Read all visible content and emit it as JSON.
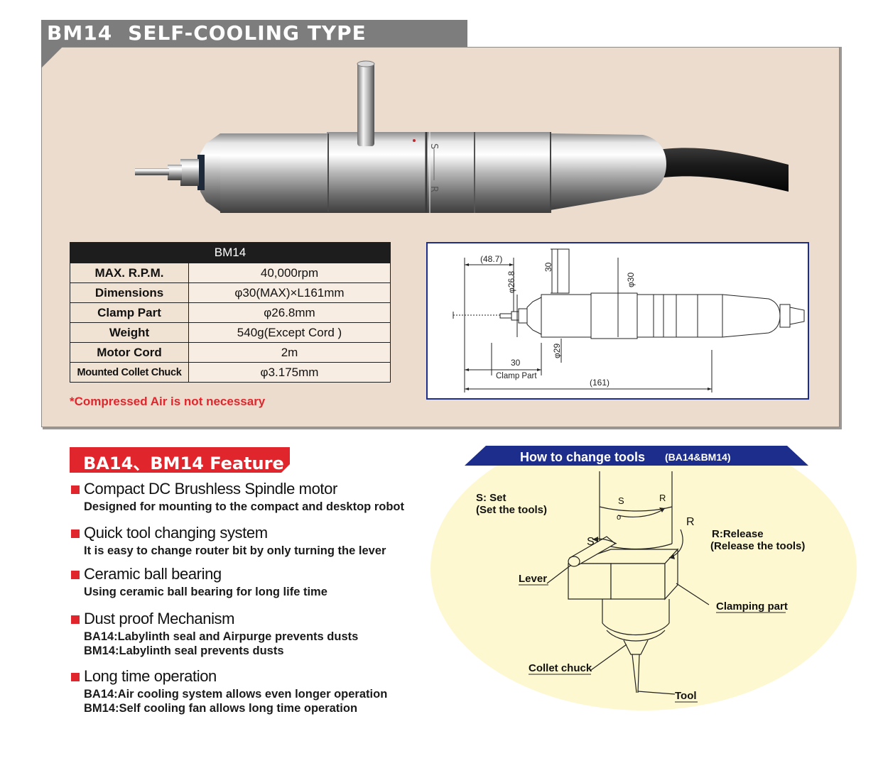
{
  "header": {
    "model": "BM14",
    "title": "SELF-COOLING TYPE"
  },
  "specs": {
    "heading": "BM14",
    "rows": [
      {
        "label": "MAX. R.P.M.",
        "value": "40,000rpm"
      },
      {
        "label": "Dimensions",
        "value": "φ30(MAX)×L161mm"
      },
      {
        "label": "Clamp Part",
        "value": "φ26.8mm"
      },
      {
        "label": "Weight",
        "value": "540g(Except Cord )"
      },
      {
        "label": "Motor Cord",
        "value": "2m"
      },
      {
        "label": "Mounted Collet Chuck",
        "value": "φ3.175mm"
      }
    ],
    "note": "*Compressed Air is not necessary"
  },
  "photo_marks": {
    "s": "S",
    "r": "R"
  },
  "drawing": {
    "dim_48_7": "(48.7)",
    "dim_30_top": "30",
    "dim_phi26_8": "φ26.8",
    "dim_phi30": "φ30",
    "dim_phi29": "φ29",
    "dim_30_bottom": "30",
    "clamp_label": "Clamp Part",
    "dim_161": "(161)"
  },
  "features": {
    "title": "BA14、BM14  Feature",
    "items": [
      {
        "heading": "Compact DC Brushless Spindle motor",
        "lines": [
          "Designed for mounting to the compact and desktop robot"
        ]
      },
      {
        "heading": "Quick tool changing system",
        "lines": [
          "It is easy to change router bit by only turning the lever"
        ]
      },
      {
        "heading": "Ceramic ball bearing",
        "lines": [
          "Using ceramic ball bearing for long life time"
        ]
      },
      {
        "heading": "Dust proof Mechanism",
        "lines": [
          "BA14:Labylinth seal and Airpurge prevents dusts",
          "BM14:Labylinth seal prevents dusts"
        ]
      },
      {
        "heading": "Long time operation",
        "lines": [
          "BA14:Air cooling system allows even longer operation",
          "BM14:Self cooling fan allows long time operation"
        ]
      }
    ]
  },
  "howto": {
    "title": "How to change tools",
    "subtitle": "(BA14&BM14)",
    "set_label": "S: Set",
    "set_desc": "(Set the tools)",
    "release_label": "R:Release",
    "release_desc": "(Release the tools)",
    "lever": "Lever",
    "clamping": "Clamping part",
    "collet": "Collet chuck",
    "tool": "Tool",
    "s": "S",
    "r": "R",
    "o": "o"
  },
  "colors": {
    "panel_bg": "#ecdccd",
    "header_gray": "#7d7d7d",
    "accent_red": "#e0262c",
    "navy": "#1c2d8c",
    "howto_bg": "#fdf8cf"
  }
}
